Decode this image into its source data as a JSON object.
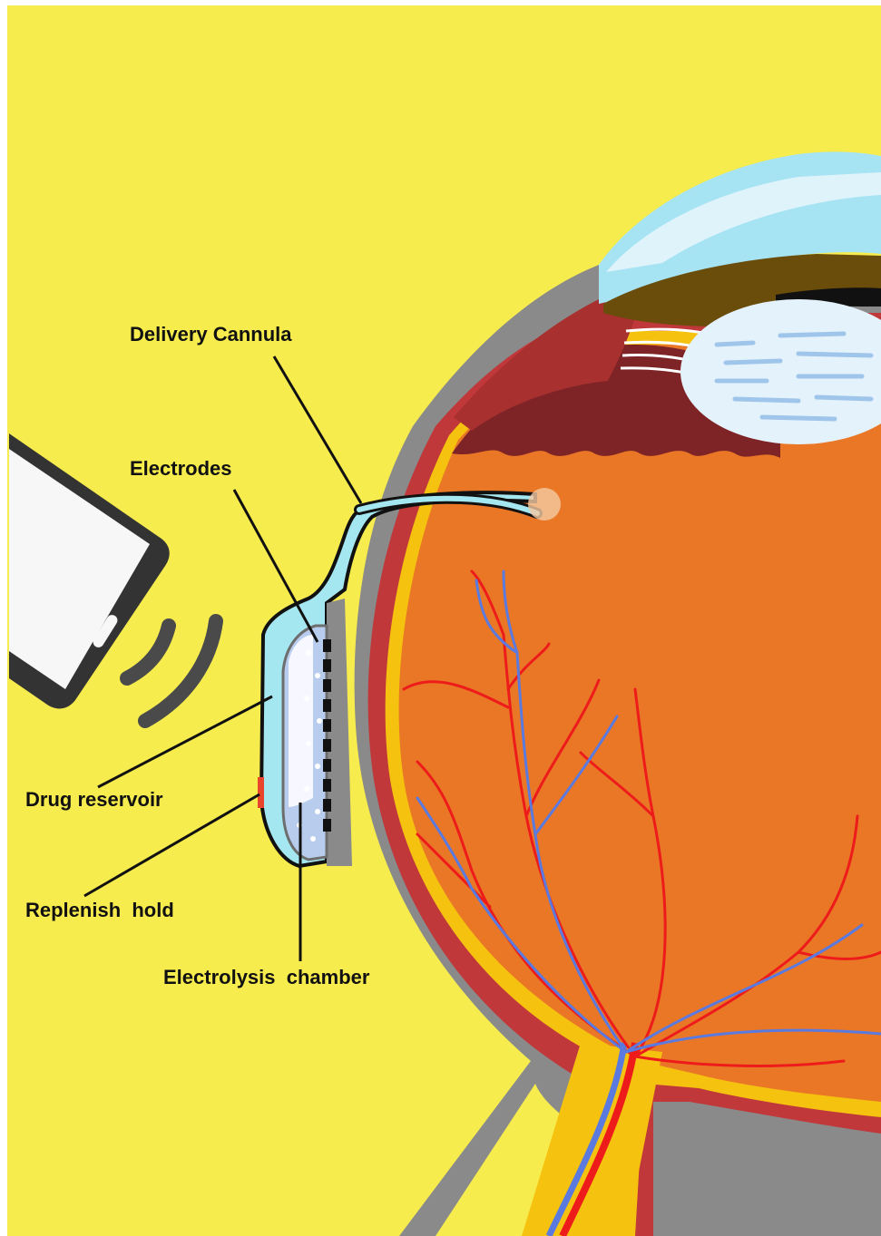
{
  "labels": {
    "delivery_cannula": "Delivery Cannula",
    "electrodes": "Electrodes",
    "drug_reservoir": "Drug reservoir",
    "replenish_hold": "Replenish  hold",
    "electrolysis_chamber": "Electrolysis  chamber"
  },
  "colors": {
    "background": "#f7ec4d",
    "sclera_shadow": "#8a8a8a",
    "choroid": "#c0383a",
    "retina_layer": "#f5c20f",
    "vitreous": "#e97726",
    "ciliary": "#7e2326",
    "iris": "#6a4c0b",
    "cornea": "#a6e3f3",
    "lens": "#e4f2fc",
    "artery": "#ee1b1b",
    "vein": "#5a7ae0",
    "implant_shell": "#a5e7f0",
    "reservoir": "#b8cdee",
    "electrode": "#111111",
    "phone": "#f7f7f7",
    "refill_port": "#e8452c"
  },
  "icons": [
    "smartphone-icon",
    "wireless-signal-icon"
  ]
}
